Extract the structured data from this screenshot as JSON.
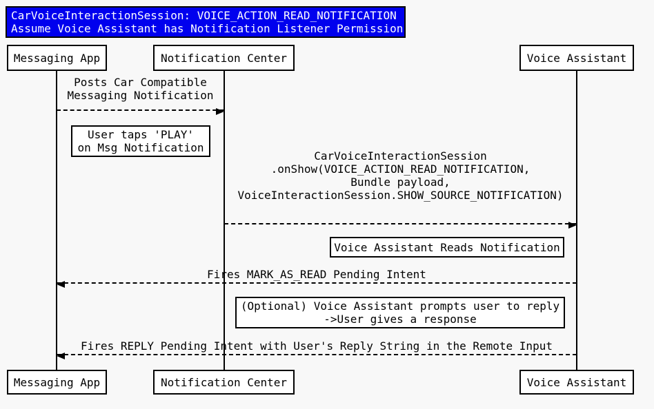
{
  "colors": {
    "background": "#f8f8f8",
    "title_bg": "#0000ee",
    "title_text": "#ffffff",
    "box_bg": "#ffffff",
    "line": "#000000"
  },
  "title": {
    "line1": "CarVoiceInteractionSession: VOICE_ACTION_READ_NOTIFICATION",
    "line2": "Assume Voice Assistant has Notification Listener Permission"
  },
  "participants": [
    {
      "label": "Messaging App"
    },
    {
      "label": "Notification Center"
    },
    {
      "label": "Voice Assistant"
    }
  ],
  "messages": [
    {
      "from": "Messaging App",
      "to": "Notification Center",
      "style": "dashed",
      "lines": [
        "Posts Car Compatible",
        "Messaging Notification"
      ]
    },
    {
      "from": "Notification Center",
      "to": "Voice Assistant",
      "style": "dashed",
      "lines": [
        "CarVoiceInteractionSession",
        ".onShow(VOICE_ACTION_READ_NOTIFICATION,",
        "Bundle payload,",
        "VoiceInteractionSession.SHOW_SOURCE_NOTIFICATION)"
      ]
    },
    {
      "from": "Voice Assistant",
      "to": "Messaging App",
      "style": "dashed",
      "lines": [
        "Fires MARK_AS_READ Pending Intent"
      ]
    },
    {
      "from": "Voice Assistant",
      "to": "Messaging App",
      "style": "dashed",
      "lines": [
        "Fires REPLY Pending Intent with User's Reply String in the Remote Input"
      ]
    }
  ],
  "notes": [
    {
      "lines": [
        "User taps 'PLAY'",
        "on Msg Notification"
      ]
    },
    {
      "lines": [
        "Voice Assistant Reads Notification"
      ]
    },
    {
      "lines": [
        "(Optional) Voice Assistant prompts user to reply",
        "->User gives a response"
      ]
    }
  ]
}
